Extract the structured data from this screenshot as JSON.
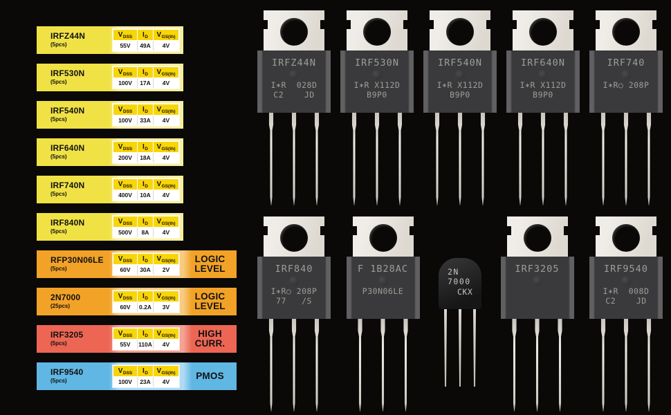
{
  "colors": {
    "background": "#0a0908",
    "yellow_row": "#F0E245",
    "orange_row": "#F2A227",
    "red_row": "#EC6653",
    "blue_row": "#60B7E4",
    "spec_header_gold": "#F8D506",
    "spec_value_bg": "#FFFFFF"
  },
  "table": {
    "spec_header": [
      {
        "main": "V",
        "sub": "DSS"
      },
      {
        "main": "I",
        "sub": "D"
      },
      {
        "main": "V",
        "sub": "GS(th)"
      }
    ],
    "rows": [
      {
        "name": "IRFZ44N",
        "qty": "(5pcs)",
        "vdss": "55V",
        "id": "49A",
        "vgs": "4V",
        "suffix": "",
        "variant": "yellow"
      },
      {
        "name": "IRF530N",
        "qty": "(5pcs)",
        "vdss": "100V",
        "id": "17A",
        "vgs": "4V",
        "suffix": "",
        "variant": "yellow"
      },
      {
        "name": "IRF540N",
        "qty": "(5pcs)",
        "vdss": "100V",
        "id": "33A",
        "vgs": "4V",
        "suffix": "",
        "variant": "yellow"
      },
      {
        "name": "IRF640N",
        "qty": "(5pcs)",
        "vdss": "200V",
        "id": "18A",
        "vgs": "4V",
        "suffix": "",
        "variant": "yellow"
      },
      {
        "name": "IRF740N",
        "qty": "(5pcs)",
        "vdss": "400V",
        "id": "10A",
        "vgs": "4V",
        "suffix": "",
        "variant": "yellow"
      },
      {
        "name": "IRF840N",
        "qty": "(5pcs)",
        "vdss": "500V",
        "id": "8A",
        "vgs": "4V",
        "suffix": "",
        "variant": "yellow"
      },
      {
        "name": "RFP30N06LE",
        "qty": "(5pcs)",
        "vdss": "60V",
        "id": "30A",
        "vgs": "2V",
        "suffix": "LOGIC LEVEL",
        "variant": "orange"
      },
      {
        "name": "2N7000",
        "qty": "(25pcs)",
        "vdss": "60V",
        "id": "0.2A",
        "vgs": "3V",
        "suffix": "LOGIC LEVEL",
        "variant": "orange"
      },
      {
        "name": "IRF3205",
        "qty": "(5pcs)",
        "vdss": "55V",
        "id": "110A",
        "vgs": "4V",
        "suffix": "HIGH CURR.",
        "variant": "red"
      },
      {
        "name": "IRF9540",
        "qty": "(5pcs)",
        "vdss": "100V",
        "id": "23A",
        "vgs": "4V",
        "suffix": "PMOS",
        "variant": "blue"
      }
    ]
  },
  "transistors": {
    "top_row": [
      {
        "type": "to220",
        "line1": "IRFZ44N",
        "line2": "I✶R  028D",
        "line3": "C2    JD"
      },
      {
        "type": "to220",
        "line1": "IRF530N",
        "line2": "I✶R X112D",
        "line3": "B9P0"
      },
      {
        "type": "to220",
        "line1": "IRF540N",
        "line2": "I✶R X112D",
        "line3": "B9P0"
      },
      {
        "type": "to220",
        "line1": "IRF640N",
        "line2": "I✶R X112D",
        "line3": "B9P0"
      },
      {
        "type": "to220",
        "line1": "IRF740",
        "line2": "I✶R○ 208P",
        "line3": ""
      }
    ],
    "bottom_row": [
      {
        "type": "to220",
        "line1": "IRF840",
        "line2": "I✶R○ 208P",
        "line3": "77   /S"
      },
      {
        "type": "to220",
        "line1": "F 1B28AC",
        "line2": "P30N06LE",
        "line3": ""
      },
      {
        "type": "to92",
        "line1": "2N",
        "line2": "7000",
        "line3": "CKX"
      },
      {
        "type": "to220",
        "line1": "IRF3205",
        "line2": "",
        "line3": ""
      },
      {
        "type": "to220",
        "line1": "IRF9540",
        "line2": "I✶R  008D",
        "line3": "C2    JD"
      }
    ]
  }
}
